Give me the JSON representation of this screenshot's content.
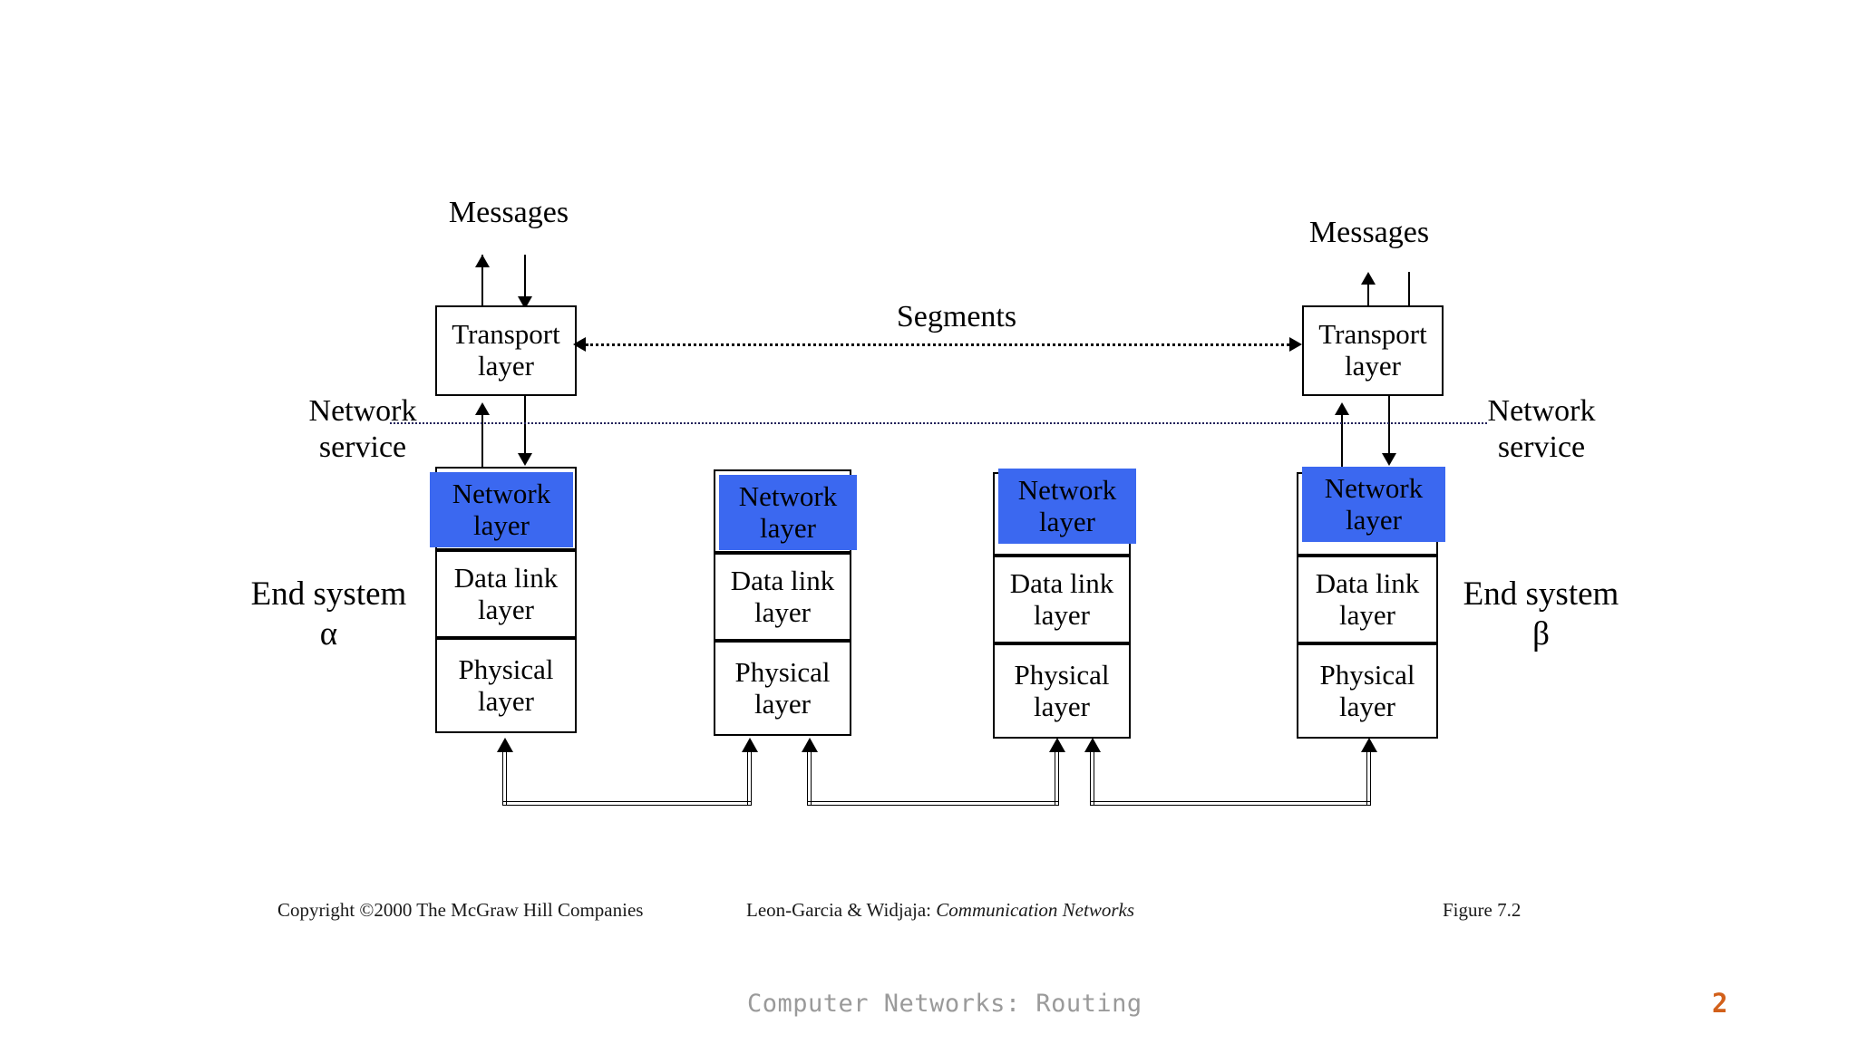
{
  "slide": {
    "footer_text": "Computer Networks: Routing",
    "page_number": "2",
    "footer_color": "#9a9a9a",
    "page_number_color": "#d2601a"
  },
  "figure": {
    "accent_blue": "#3b68f0",
    "labels": {
      "messages_left": "Messages",
      "messages_right": "Messages",
      "segments": "Segments",
      "network_service_left_line1": "Network",
      "network_service_left_line2": "service",
      "network_service_right_line1": "Network",
      "network_service_right_line2": "service",
      "end_system_left_line1": "End system",
      "end_system_left_line2": "α",
      "end_system_right_line1": "End system",
      "end_system_right_line2": "β"
    },
    "stacks": [
      {
        "id": "end-system-alpha",
        "kind": "end-system",
        "transport": {
          "line1": "Transport",
          "line2": "layer"
        },
        "network": {
          "line1": "Network",
          "line2": "layer",
          "highlighted": true
        },
        "datalink": {
          "line1": "Data link",
          "line2": "layer"
        },
        "physical": {
          "line1": "Physical",
          "line2": "layer"
        }
      },
      {
        "id": "router-1",
        "kind": "router",
        "network": {
          "line1": "Network",
          "line2": "layer",
          "highlighted": true
        },
        "datalink": {
          "line1": "Data link",
          "line2": "layer"
        },
        "physical": {
          "line1": "Physical",
          "line2": "layer"
        }
      },
      {
        "id": "router-2",
        "kind": "router",
        "network": {
          "line1": "Network",
          "line2": "layer",
          "highlighted": true
        },
        "datalink": {
          "line1": "Data link",
          "line2": "layer"
        },
        "physical": {
          "line1": "Physical",
          "line2": "layer"
        }
      },
      {
        "id": "end-system-beta",
        "kind": "end-system",
        "transport": {
          "line1": "Transport",
          "line2": "layer"
        },
        "network": {
          "line1": "Network",
          "line2": "layer",
          "highlighted": true
        },
        "datalink": {
          "line1": "Data link",
          "line2": "layer"
        },
        "physical": {
          "line1": "Physical",
          "line2": "layer"
        }
      }
    ]
  },
  "credits": {
    "copyright": "Copyright ©2000 The McGraw Hill Companies",
    "authors": "Leon-Garcia & Widjaja:",
    "book_title": "Communication Networks",
    "figure_label": "Figure 7.2"
  }
}
